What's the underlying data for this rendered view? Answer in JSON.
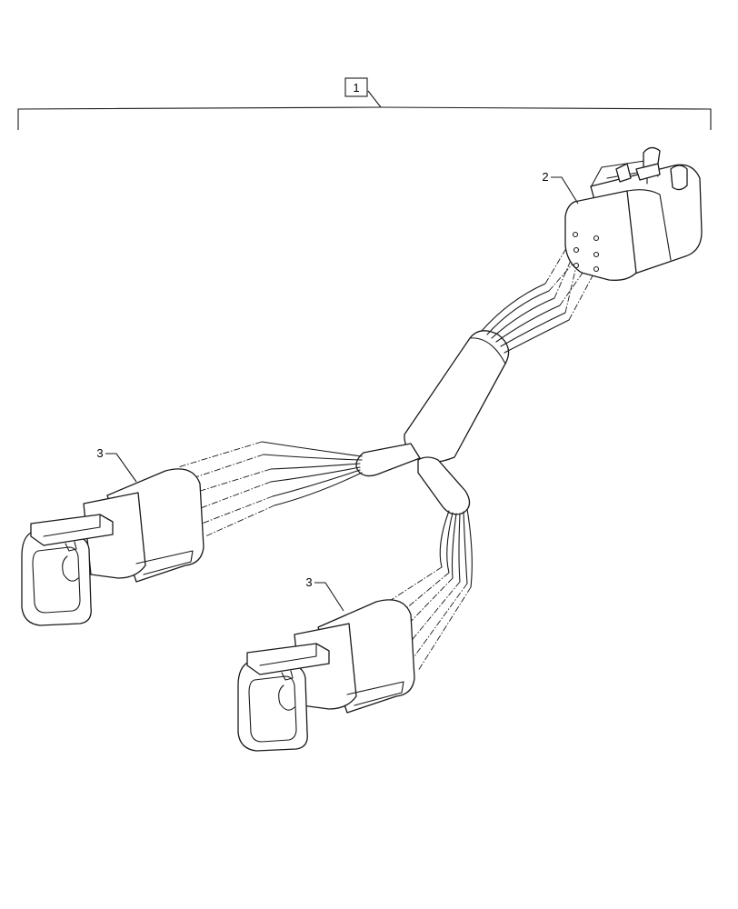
{
  "assembly": {
    "callout": "1"
  },
  "parts": [
    {
      "id": "connector-receptacle",
      "callout": "2"
    },
    {
      "id": "connector-plug-a",
      "callout": "3"
    },
    {
      "id": "connector-plug-b",
      "callout": "3"
    }
  ]
}
